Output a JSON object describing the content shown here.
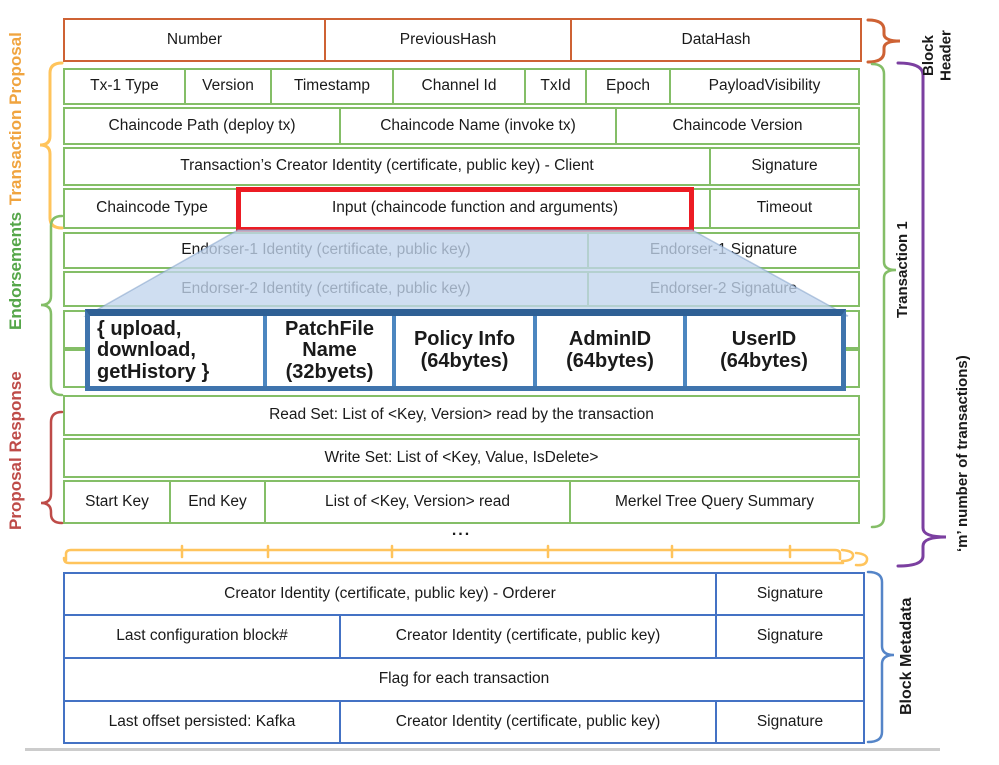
{
  "block_header": {
    "cells": [
      "Number",
      "PreviousHash",
      "DataHash"
    ]
  },
  "left_labels": {
    "transaction_proposal": "Transaction Proposal",
    "endorsements": "Endorsements",
    "proposal_response": "Proposal Response"
  },
  "right_labels": {
    "block_header": "Block\nHeader",
    "transaction_1": "Transaction 1",
    "m_transactions": "‘m’ number of transactions)",
    "block_metadata": "Block Metadata"
  },
  "transaction": {
    "row1": [
      "Tx-1 Type",
      "Version",
      "Timestamp",
      "Channel Id",
      "TxId",
      "Epoch",
      "PayloadVisibility"
    ],
    "row2": [
      "Chaincode Path (deploy tx)",
      "Chaincode Name (invoke tx)",
      "Chaincode Version"
    ],
    "row3": [
      "Transaction’s Creator Identity (certificate, public key) - Client",
      "Signature"
    ],
    "row4": [
      "Chaincode Type",
      "Input (chaincode function and arguments)",
      "Timeout"
    ],
    "row5": [
      "Endorser-1 Identity (certificate, public key)",
      "Endorser-1 Signature"
    ],
    "row6": [
      "Endorser-2 Identity (certificate, public key)",
      "Endorser-2 Signature"
    ],
    "read_set": "Read Set: List of <Key, Version> read by the transaction",
    "write_set": "Write Set: List of <Key, Value, IsDelete>",
    "query_row": [
      "Start Key",
      "End Key",
      "List of <Key, Version> read",
      "Merkel Tree Query Summary"
    ],
    "ellipsis": "..."
  },
  "callout": {
    "cells": [
      "{ upload,\ndownload,\ngetHistory }",
      "PatchFile\nName\n(32byets)",
      "Policy Info\n(64bytes)",
      "AdminID\n(64bytes)",
      "UserID\n(64bytes)"
    ]
  },
  "metadata": {
    "row1": [
      "Creator Identity (certificate, public key) - Orderer",
      "Signature"
    ],
    "row2": [
      "Last configuration block#",
      "Creator Identity (certificate, public key)",
      "Signature"
    ],
    "row3": [
      "Flag for each transaction"
    ],
    "row4": [
      "Last offset persisted: Kafka",
      "Creator Identity (certificate, public key)",
      "Signature"
    ]
  },
  "colors": {
    "header_border": "#CE6234",
    "transaction_border": "#84BE67",
    "metadata_border": "#4472C4",
    "highlight_border": "#EC1C24",
    "callout_border": "#3F74AD",
    "lens_fill": "#C6D8EE",
    "label_transaction_proposal": "#F0A43F",
    "label_endorsements": "#55A649",
    "label_proposal_response": "#BE4B48",
    "brace_yellow": "#FFC45C",
    "brace_purple": "#7B3FA0"
  }
}
